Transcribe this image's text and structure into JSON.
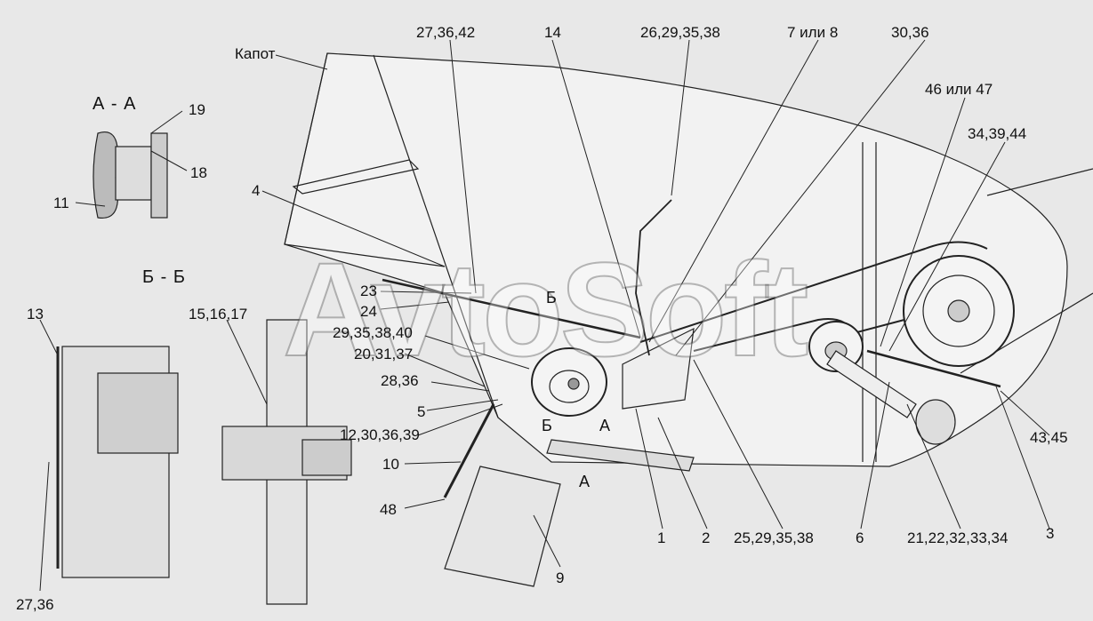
{
  "watermark": "AvtoSoft",
  "sections": {
    "aa": "А - А",
    "bb": "Б - Б"
  },
  "labels": {
    "kapot": "Капот",
    "l_27_36_42": "27,36,42",
    "l_14": "14",
    "l_26_29_35_38": "26,29,35,38",
    "l_7_8": "7 или 8",
    "l_30_36": "30,36",
    "l_46_47": "46 или 47",
    "l_34_39_44": "34,39,44",
    "l_19": "19",
    "l_18": "18",
    "l_11": "11",
    "l_4": "4",
    "l_13": "13",
    "l_15_16_17": "15,16,17",
    "l_23": "23",
    "l_24": "24",
    "l_29_35_38_40": "29,35,38,40",
    "l_20_31_37": "20,31,37",
    "l_28_36": "28,36",
    "l_5": "5",
    "l_12_30_36_39": "12,30,36,39",
    "l_10": "10",
    "l_48": "48",
    "l_9": "9",
    "l_1": "1",
    "l_2": "2",
    "l_25_29_35_38": "25,29,35,38",
    "l_6": "6",
    "l_21_22": "21,22,32,33,34",
    "l_3": "3",
    "l_43_45": "43,45",
    "l_27_36_b": "27,36",
    "arrow_b1": "Б",
    "arrow_b2": "Б",
    "arrow_a1": "А",
    "arrow_a2": "А"
  }
}
